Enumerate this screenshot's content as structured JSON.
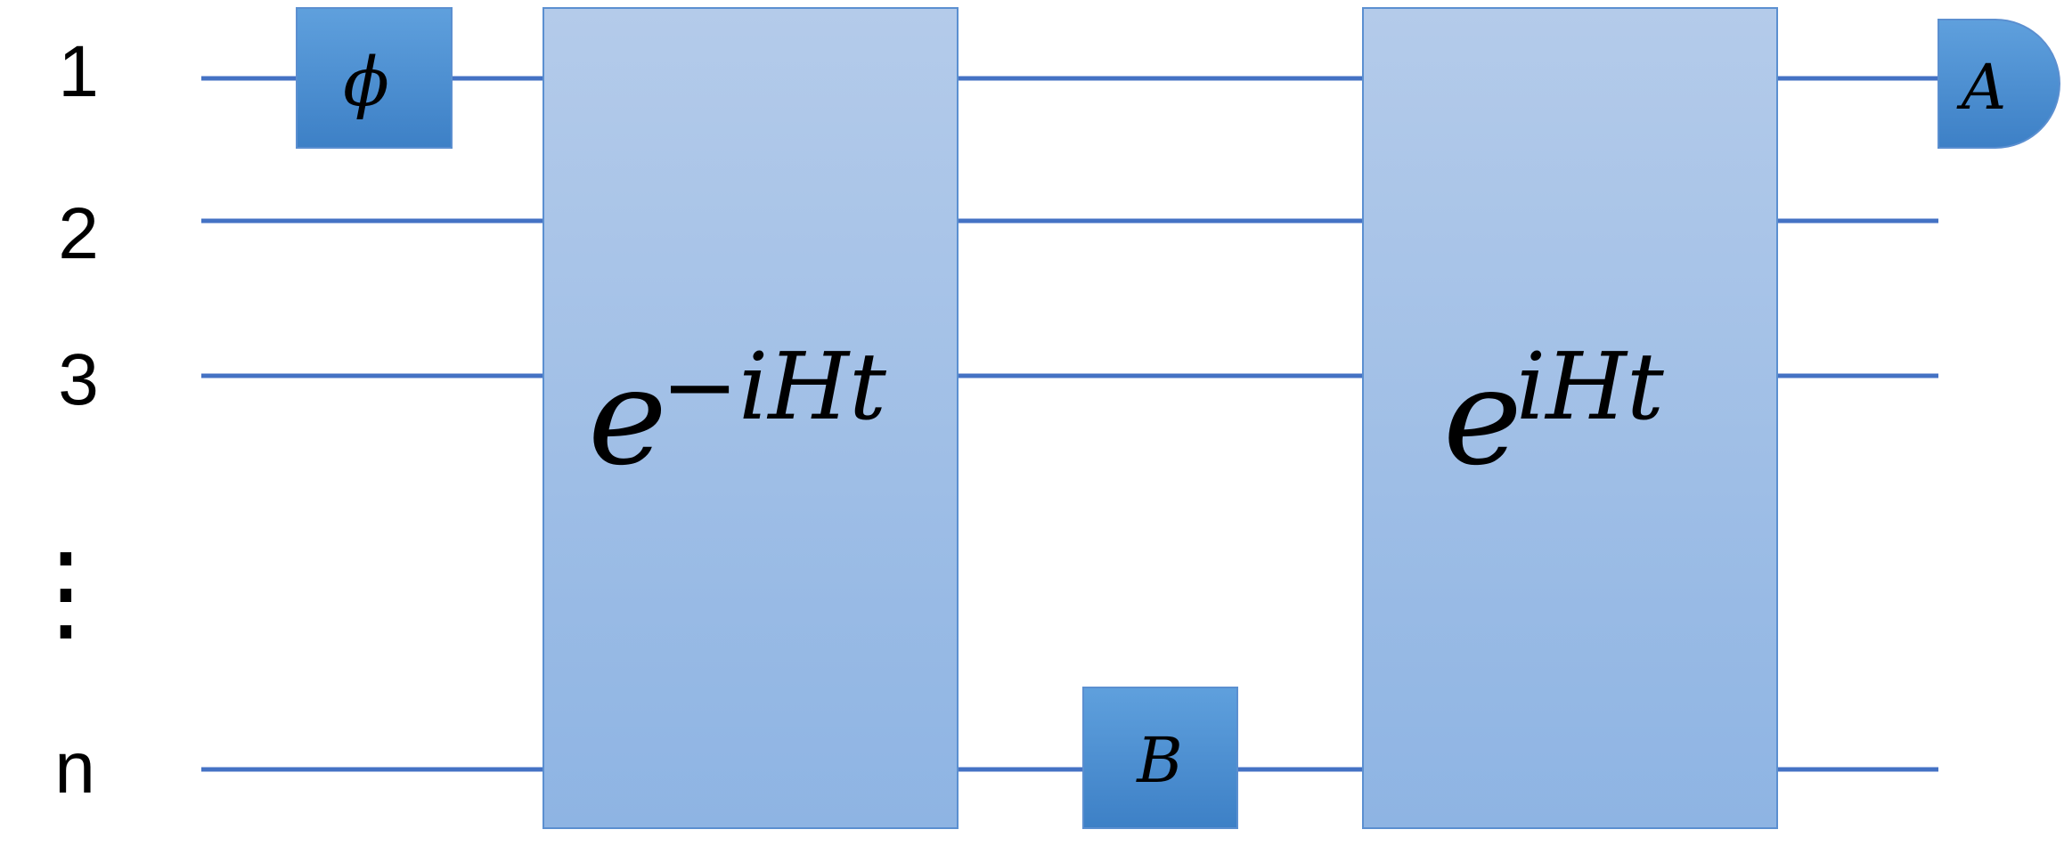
{
  "qubit_labels": [
    "1",
    "2",
    "3",
    "n"
  ],
  "vertical_ellipsis": "⋮",
  "gates": {
    "phi": {
      "symbol": "ϕ"
    },
    "forward_evolution": {
      "base": "e",
      "exponent": "−iHt"
    },
    "b_gate": {
      "symbol": "B"
    },
    "backward_evolution": {
      "base": "e",
      "exponent": "iHt"
    },
    "measurement": {
      "symbol": "A"
    }
  },
  "colors": {
    "wire": "#4472C4",
    "large_block_top": "#B4CBEA",
    "large_block_bottom": "#8EB4E3",
    "small_gate_top": "#5FA0DD",
    "small_gate_bottom": "#3D80C6",
    "border": "#5B8FD0"
  }
}
